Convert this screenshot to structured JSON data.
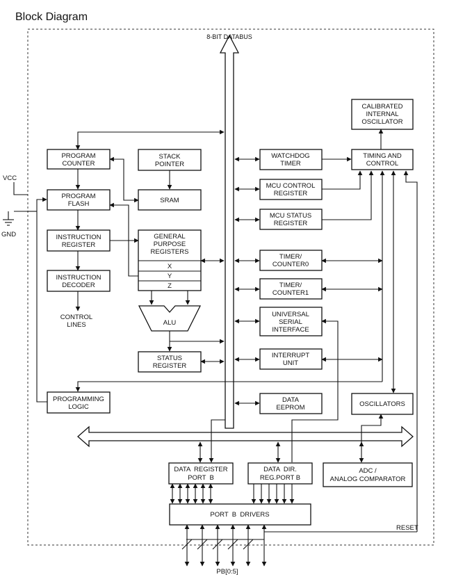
{
  "title": "Block Diagram",
  "databus_label": "8-BIT DATABUS",
  "pins": {
    "vcc": "VCC",
    "gnd": "GND",
    "reset": "RESET",
    "portb": "PB[0:5]"
  },
  "blocks": {
    "program_counter": [
      "PROGRAM",
      "COUNTER"
    ],
    "stack_pointer": [
      "STACK",
      "POINTER"
    ],
    "program_flash": [
      "PROGRAM",
      "FLASH"
    ],
    "sram": [
      "SRAM"
    ],
    "instruction_register": [
      "INSTRUCTION",
      "REGISTER"
    ],
    "gpr": [
      "GENERAL",
      "PURPOSE",
      "REGISTERS"
    ],
    "gpr_x": "X",
    "gpr_y": "Y",
    "gpr_z": "Z",
    "instruction_decoder": [
      "INSTRUCTION",
      "DECODER"
    ],
    "control_lines": [
      "CONTROL",
      "LINES"
    ],
    "alu": "ALU",
    "status_register": [
      "STATUS",
      "REGISTER"
    ],
    "programming_logic": [
      "PROGRAMMING",
      "LOGIC"
    ],
    "calibrated_oscillator": [
      "CALIBRATED",
      "INTERNAL",
      "OSCILLATOR"
    ],
    "watchdog_timer": [
      "WATCHDOG",
      "TIMER"
    ],
    "timing_control": [
      "TIMING AND",
      "CONTROL"
    ],
    "mcu_control_register": [
      "MCU CONTROL",
      "REGISTER"
    ],
    "mcu_status_register": [
      "MCU STATUS",
      "REGISTER"
    ],
    "timer_counter0": [
      "TIMER/",
      "COUNTER0"
    ],
    "timer_counter1": [
      "TIMER/",
      "COUNTER1"
    ],
    "usi": [
      "UNIVERSAL",
      "SERIAL",
      "INTERFACE"
    ],
    "interrupt_unit": [
      "INTERRUPT",
      "UNIT"
    ],
    "data_eeprom": [
      "DATA",
      "EEPROM"
    ],
    "oscillators": [
      "OSCILLATORS"
    ],
    "data_register": [
      "DATA  REGISTER",
      "PORT  B"
    ],
    "data_dir": [
      "DATA  DIR.",
      "REG.PORT B"
    ],
    "adc": [
      "ADC /",
      "ANALOG COMPARATOR"
    ],
    "portb_drivers": [
      "PORT  B  DRIVERS"
    ]
  }
}
